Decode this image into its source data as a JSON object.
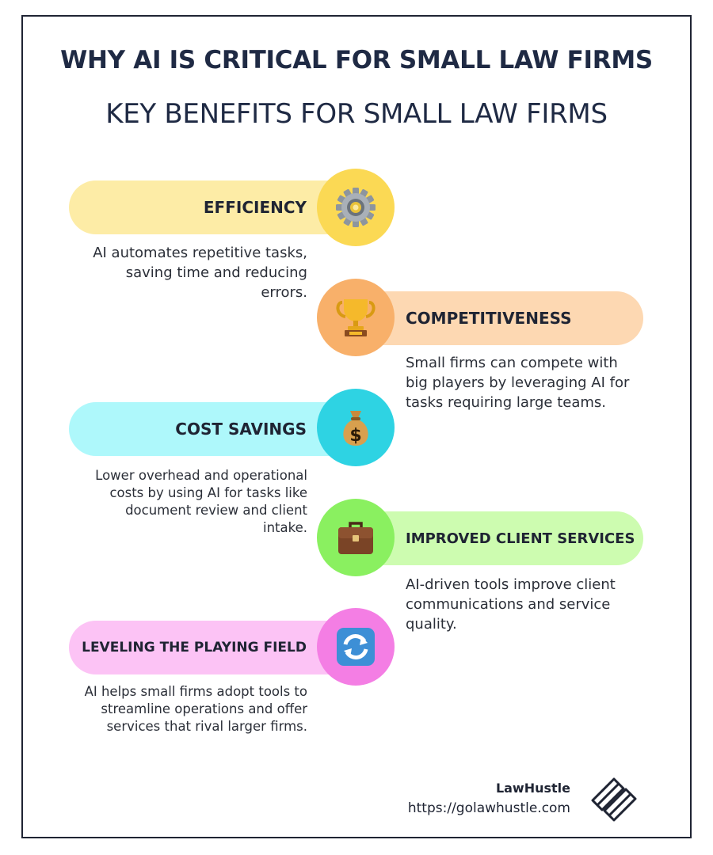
{
  "title": "WHY AI IS CRITICAL FOR SMALL LAW FIRMS",
  "subtitle": "KEY BENEFITS FOR SMALL LAW FIRMS",
  "benefits": [
    {
      "label": "EFFICIENCY",
      "description": "AI automates repetitive tasks, saving time and reducing errors.",
      "icon": "gear-icon",
      "pill_color": "#fdeca6",
      "circle_color": "#fbd954"
    },
    {
      "label": "COMPETITIVENESS",
      "description": "Small firms can compete with big players by leveraging AI for tasks requiring large teams.",
      "icon": "trophy-icon",
      "pill_color": "#fdd8b2",
      "circle_color": "#f8b06a"
    },
    {
      "label": "COST SAVINGS",
      "description": "Lower overhead and operational costs by using AI for tasks like document review and client intake.",
      "icon": "money-bag-icon",
      "pill_color": "#aef8fb",
      "circle_color": "#2ed3e3"
    },
    {
      "label": "IMPROVED CLIENT SERVICES",
      "description": "AI-driven tools improve client communications and service quality.",
      "icon": "briefcase-icon",
      "pill_color": "#cdfcb0",
      "circle_color": "#8af060"
    },
    {
      "label": "LEVELING THE PLAYING FIELD",
      "description": "AI helps small firms adopt tools to streamline operations and offer services that rival larger firms.",
      "icon": "refresh-arrows-icon",
      "pill_color": "#fcc3f5",
      "circle_color": "#f47ee4"
    }
  ],
  "footer": {
    "brand": "LawHustle",
    "url": "https://golawhustle.com",
    "logo_icon": "lawhustle-logo-icon"
  }
}
